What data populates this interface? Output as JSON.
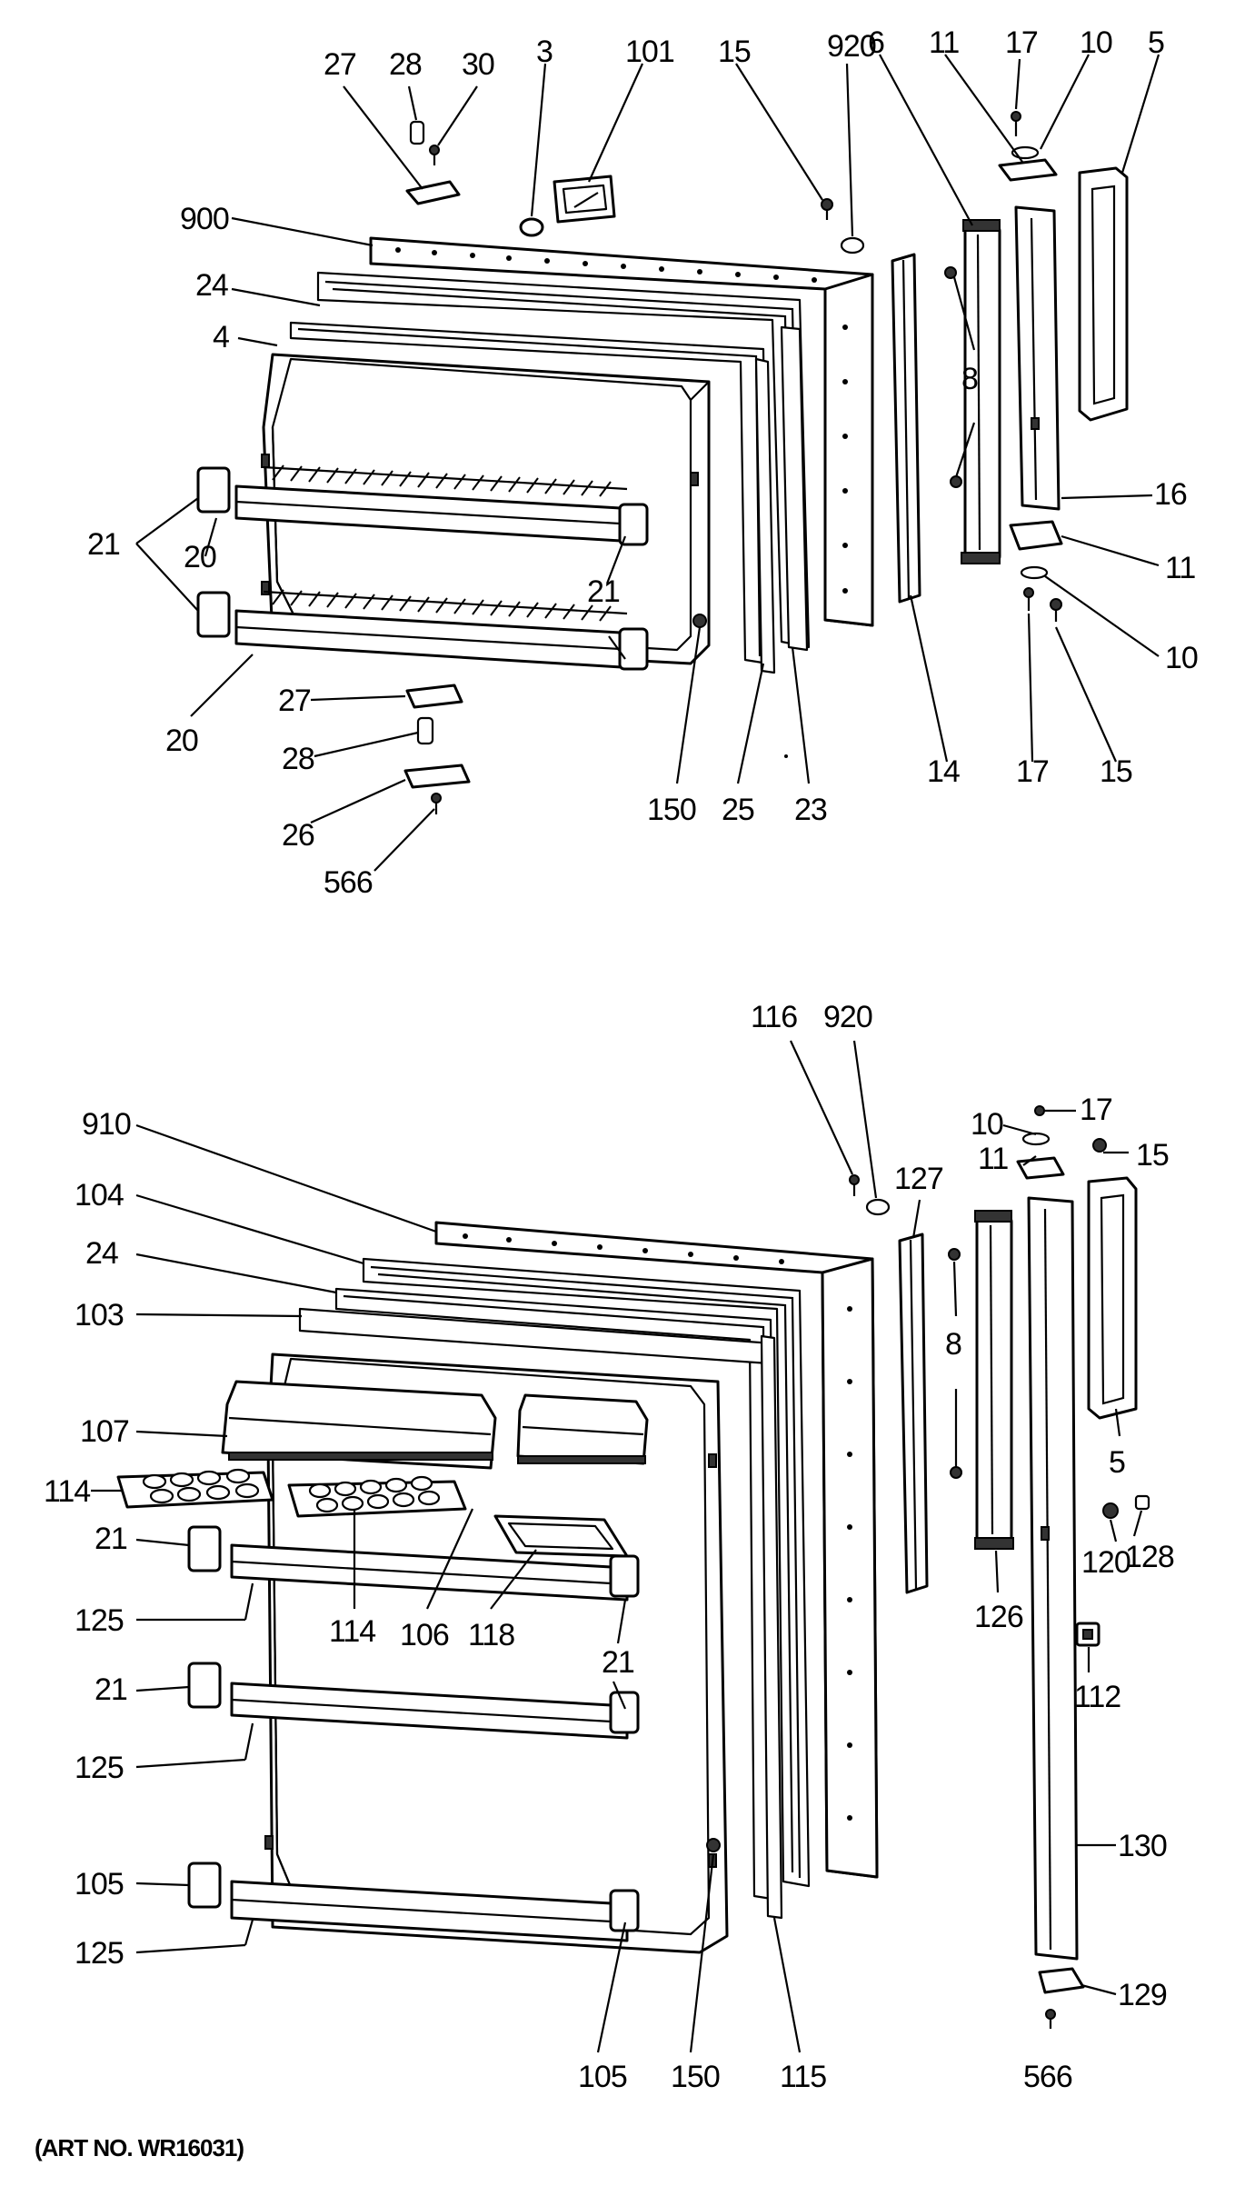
{
  "art_number": "(ART NO. WR16031)",
  "freezer_door": {
    "callouts": [
      {
        "id": "27a",
        "label": "27"
      },
      {
        "id": "28a",
        "label": "28"
      },
      {
        "id": "30",
        "label": "30"
      },
      {
        "id": "3",
        "label": "3"
      },
      {
        "id": "101",
        "label": "101"
      },
      {
        "id": "15a",
        "label": "15"
      },
      {
        "id": "920a",
        "label": "920"
      },
      {
        "id": "6",
        "label": "6"
      },
      {
        "id": "11a",
        "label": "11"
      },
      {
        "id": "17a",
        "label": "17"
      },
      {
        "id": "10a",
        "label": "10"
      },
      {
        "id": "5a",
        "label": "5"
      },
      {
        "id": "900",
        "label": "900"
      },
      {
        "id": "24a",
        "label": "24"
      },
      {
        "id": "4",
        "label": "4"
      },
      {
        "id": "8a",
        "label": "8"
      },
      {
        "id": "16",
        "label": "16"
      },
      {
        "id": "21a",
        "label": "21"
      },
      {
        "id": "20a",
        "label": "20"
      },
      {
        "id": "21b",
        "label": "21"
      },
      {
        "id": "11b",
        "label": "11"
      },
      {
        "id": "10b",
        "label": "10"
      },
      {
        "id": "20b",
        "label": "20"
      },
      {
        "id": "27b",
        "label": "27"
      },
      {
        "id": "28b",
        "label": "28"
      },
      {
        "id": "26",
        "label": "26"
      },
      {
        "id": "566a",
        "label": "566"
      },
      {
        "id": "150a",
        "label": "150"
      },
      {
        "id": "25",
        "label": "25"
      },
      {
        "id": "23",
        "label": "23"
      },
      {
        "id": "14",
        "label": "14"
      },
      {
        "id": "17b",
        "label": "17"
      },
      {
        "id": "15b",
        "label": "15"
      }
    ]
  },
  "fresh_food_door": {
    "callouts": [
      {
        "id": "116",
        "label": "116"
      },
      {
        "id": "920b",
        "label": "920"
      },
      {
        "id": "910",
        "label": "910"
      },
      {
        "id": "127",
        "label": "127"
      },
      {
        "id": "10c",
        "label": "10"
      },
      {
        "id": "17c",
        "label": "17"
      },
      {
        "id": "11c",
        "label": "11"
      },
      {
        "id": "15c",
        "label": "15"
      },
      {
        "id": "104",
        "label": "104"
      },
      {
        "id": "24b",
        "label": "24"
      },
      {
        "id": "103",
        "label": "103"
      },
      {
        "id": "8b",
        "label": "8"
      },
      {
        "id": "107",
        "label": "107"
      },
      {
        "id": "5b",
        "label": "5"
      },
      {
        "id": "114a",
        "label": "114"
      },
      {
        "id": "21c",
        "label": "21"
      },
      {
        "id": "120",
        "label": "120"
      },
      {
        "id": "128",
        "label": "128"
      },
      {
        "id": "125a",
        "label": "125"
      },
      {
        "id": "114b",
        "label": "114"
      },
      {
        "id": "106",
        "label": "106"
      },
      {
        "id": "118",
        "label": "118"
      },
      {
        "id": "126",
        "label": "126"
      },
      {
        "id": "21d",
        "label": "21"
      },
      {
        "id": "112",
        "label": "112"
      },
      {
        "id": "21e",
        "label": "21"
      },
      {
        "id": "125b",
        "label": "125"
      },
      {
        "id": "130",
        "label": "130"
      },
      {
        "id": "105a",
        "label": "105"
      },
      {
        "id": "129",
        "label": "129"
      },
      {
        "id": "125c",
        "label": "125"
      },
      {
        "id": "105b",
        "label": "105"
      },
      {
        "id": "150b",
        "label": "150"
      },
      {
        "id": "115",
        "label": "115"
      },
      {
        "id": "566b",
        "label": "566"
      }
    ]
  }
}
